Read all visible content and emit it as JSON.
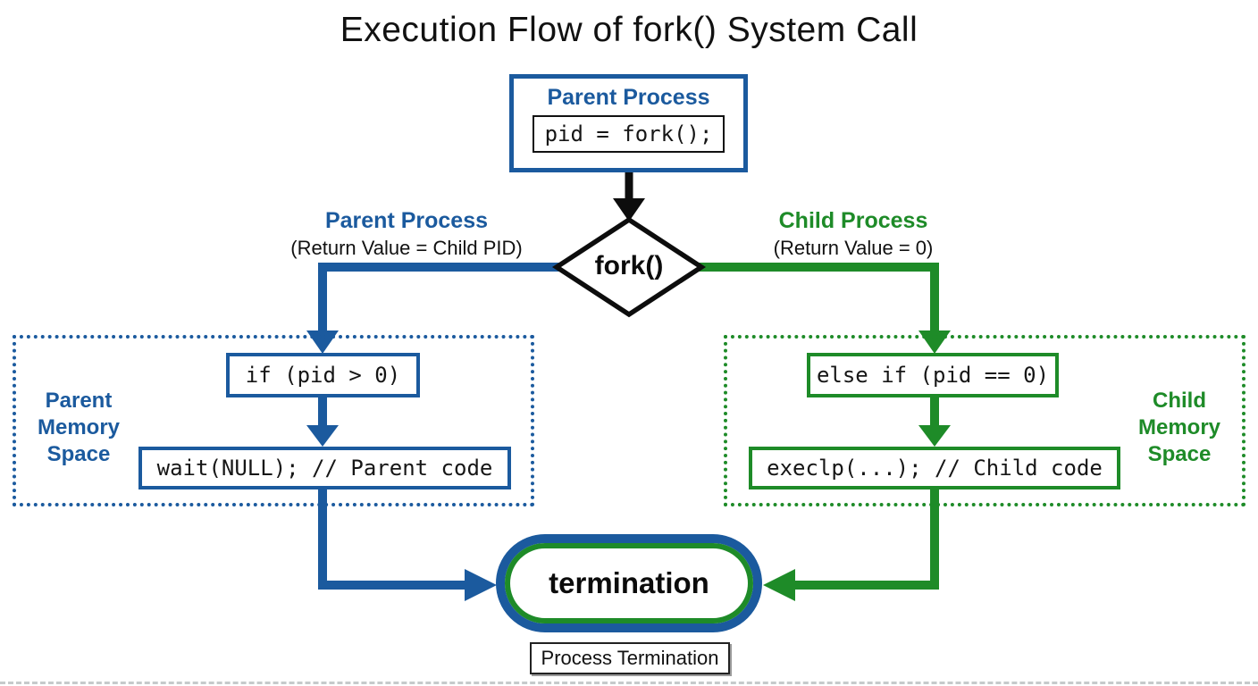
{
  "diagram": {
    "title": "Execution Flow of fork() System Call",
    "colors": {
      "parent_blue": "#1b5a9e",
      "child_green": "#1e8b28",
      "line_black": "#0d0d0d"
    }
  },
  "parent_process_box": {
    "label": "Parent Process",
    "code": "pid = fork();"
  },
  "fork_decision": {
    "label": "fork()"
  },
  "parent_branch": {
    "label": "Parent Process",
    "sublabel": "(Return Value = Child PID)"
  },
  "child_branch": {
    "label": "Child Process",
    "sublabel": "(Return Value = 0)"
  },
  "parent_memory": {
    "label": "Parent\nMemory\nSpace",
    "if_code": "if (pid > 0)",
    "wait_code": "wait(NULL); // Parent code"
  },
  "child_memory": {
    "label": "Child\nMemory\nSpace",
    "elseif_code": "else if (pid == 0)",
    "exec_code": "execlp(...); // Child code"
  },
  "termination": {
    "label": "termination",
    "caption": "Process Termination"
  }
}
